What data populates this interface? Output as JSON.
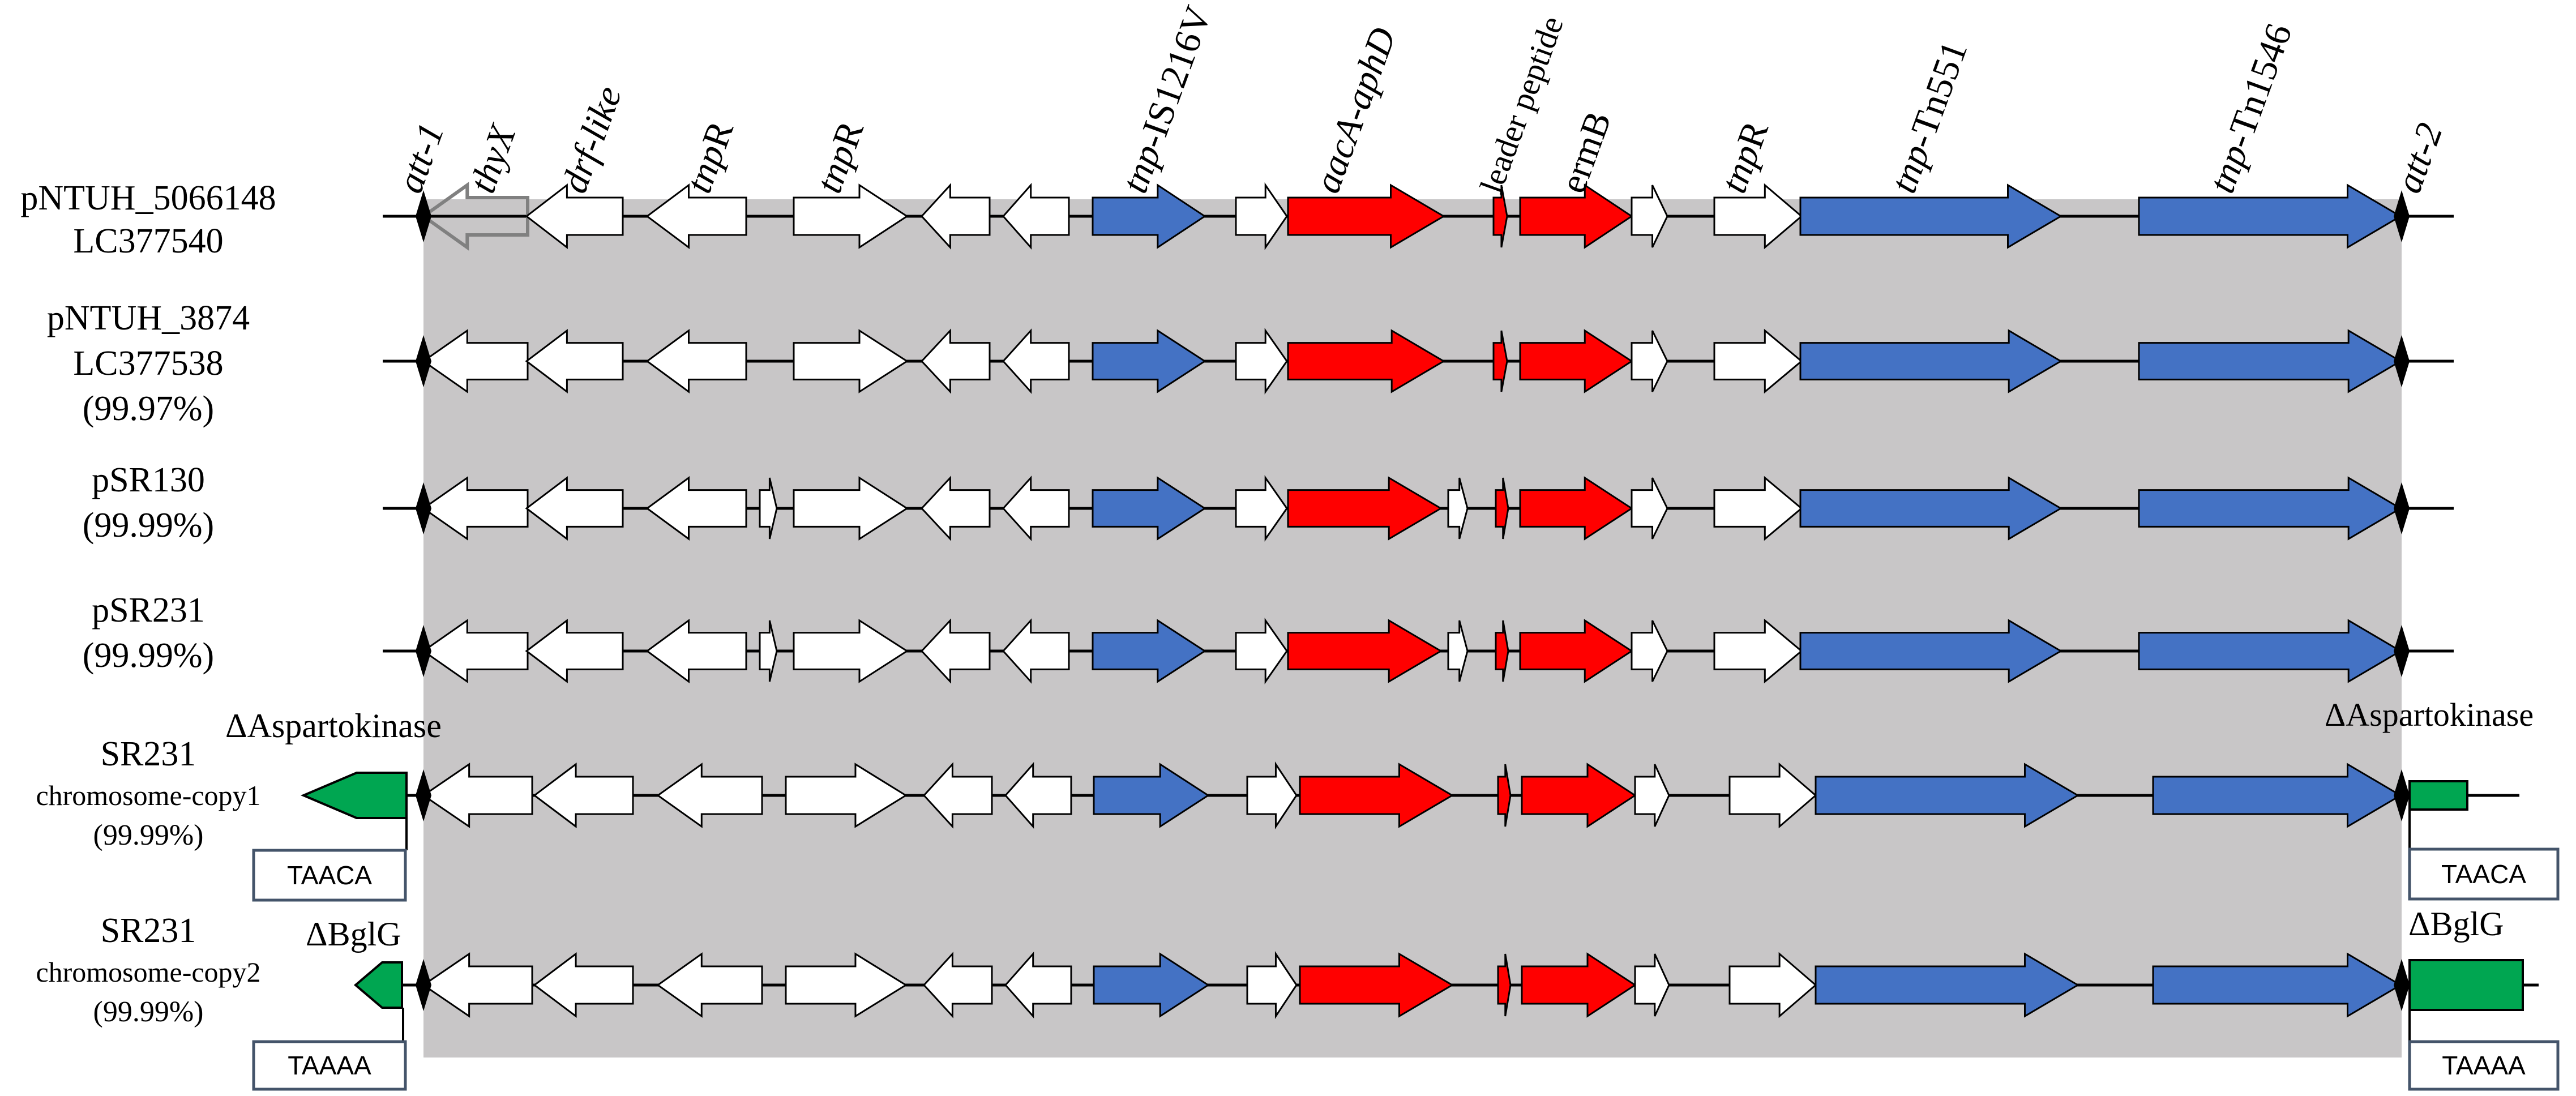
{
  "colors": {
    "shade": "#c8c6c7",
    "white_gene": "#ffffff",
    "blue_gene": "#4472c4",
    "red_gene": "#ff0000",
    "green_gene": "#00a651",
    "att_marker": "#000000",
    "outline": "#000000",
    "ghost_outline": "#808080",
    "box_border": "#44546a"
  },
  "top_labels": {
    "att1": "att-1",
    "thyX": "thyX",
    "drf_like": "drf-like",
    "tnpR_a_italic": "tnp",
    "tnpR_a_plain": "R",
    "tnpR_b_italic": "tnp",
    "tnpR_b_plain": "R",
    "is_italic": "tnp",
    "is_plain": "-IS1216V",
    "aac": "aacA-aphD",
    "leader": "leader peptide",
    "ermB": "ermB",
    "tnpR_c_italic": "tnp",
    "tnpR_c_plain": "R",
    "tn551_italic": "tnp",
    "tn551_plain": "-Tn551",
    "tn1546_italic": "tnp",
    "tn1546_plain": "-Tn1546",
    "att2": "att-2"
  },
  "rows": [
    {
      "name_lines": [
        "pNTUH_5066148",
        "LC377540"
      ]
    },
    {
      "name_lines": [
        "pNTUH_3874",
        "LC377538",
        "(99.97%)"
      ]
    },
    {
      "name_lines": [
        "pSR130",
        "(99.99%)"
      ]
    },
    {
      "name_lines": [
        "pSR231",
        "(99.99%)"
      ]
    },
    {
      "name_lines": [
        "SR231",
        "chromosome-copy1",
        "(99.99%)"
      ]
    },
    {
      "name_lines": [
        "SR231",
        "chromosome-copy2",
        "(99.99%)"
      ]
    }
  ],
  "flank_labels": {
    "asp_left": "ΔAspartokinase",
    "asp_right": "ΔAspartokinase",
    "bglg_left": "ΔBglG",
    "bglg_right": "ΔBglG"
  },
  "boxes": {
    "taaca_left": "TAACA",
    "taaca_right": "TAACA",
    "taaaa_left": "TAAAA",
    "taaaa_right": "TAAAA"
  }
}
